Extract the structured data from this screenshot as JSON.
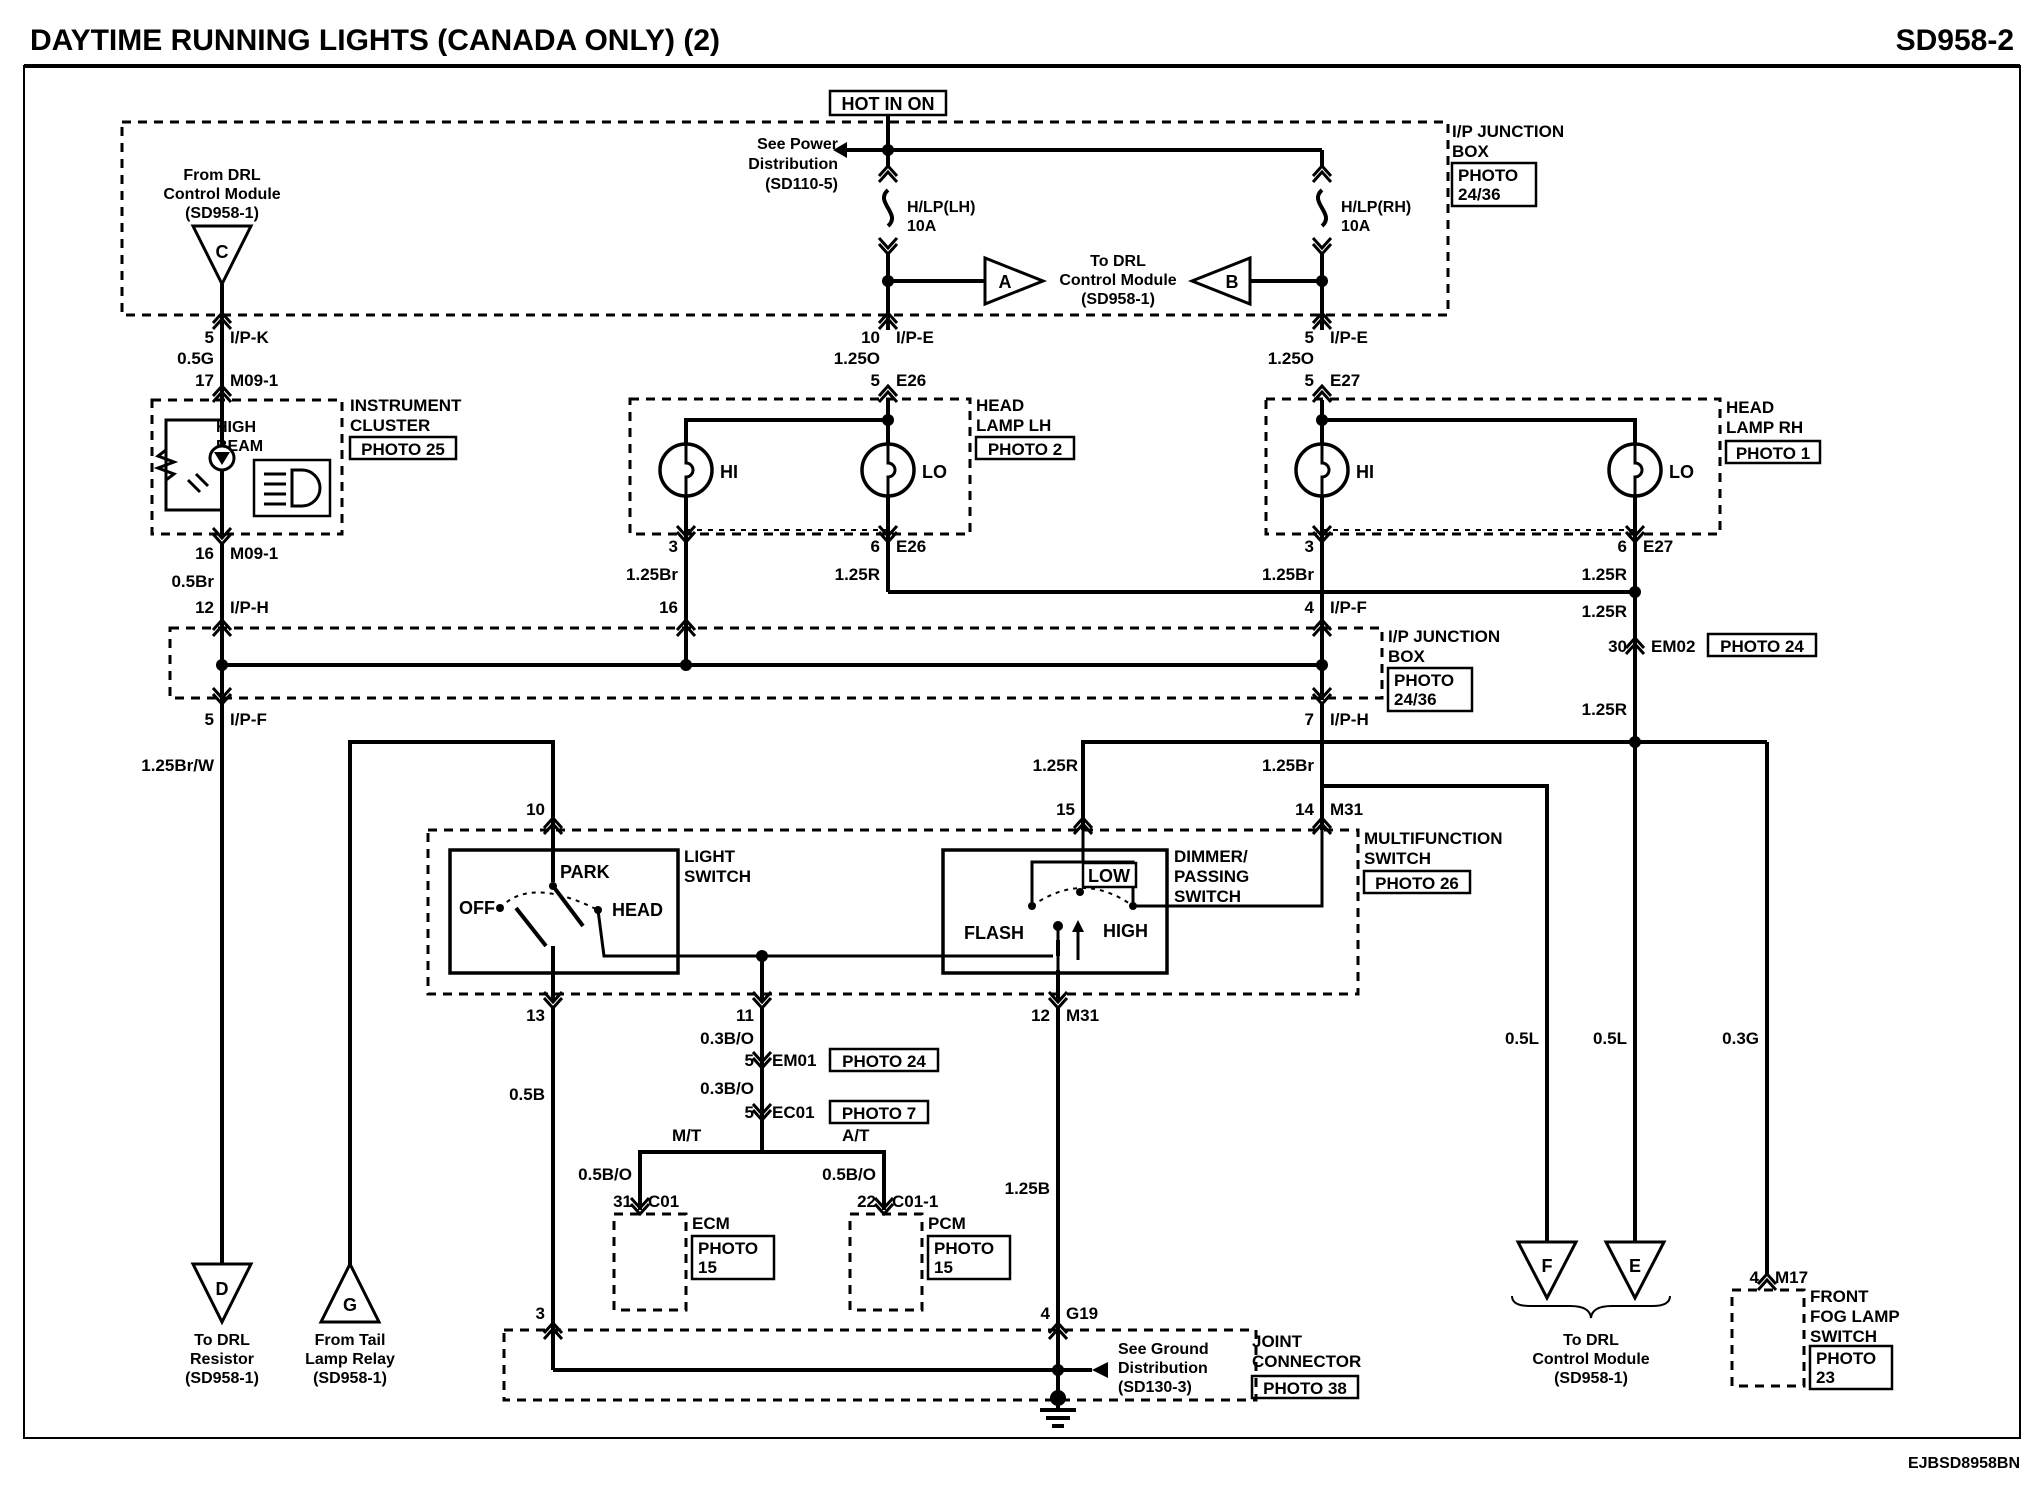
{
  "header": {
    "title": "DAYTIME RUNNING LIGHTS (CANADA ONLY) (2)",
    "code": "SD958-2"
  },
  "footer": {
    "ref": "EJBSD8958BN"
  },
  "power": {
    "hot": "HOT IN ON"
  },
  "labels": {
    "see_power": [
      "See Power",
      "Distribution",
      "(SD110-5)"
    ],
    "fuse_lh": [
      "H/LP(LH)",
      "10A"
    ],
    "fuse_rh": [
      "H/LP(RH)",
      "10A"
    ],
    "to_drl_top": [
      "To DRL",
      "Control Module",
      "(SD958-1)"
    ],
    "from_drl": [
      "From DRL",
      "Control Module",
      "(SD958-1)"
    ],
    "ip_junction_top": [
      "I/P JUNCTION",
      "BOX"
    ],
    "ip_junction_mid": [
      "I/P JUNCTION",
      "BOX"
    ],
    "instrument_cluster": [
      "INSTRUMENT",
      "CLUSTER"
    ],
    "high_beam": [
      "HIGH",
      "BEAM"
    ],
    "head_lamp_lh": [
      "HEAD",
      "LAMP LH"
    ],
    "head_lamp_rh": [
      "HEAD",
      "LAMP RH"
    ],
    "light_switch": [
      "LIGHT",
      "SWITCH"
    ],
    "dimmer_switch": [
      "DIMMER/",
      "PASSING",
      "SWITCH"
    ],
    "multifunction_switch": [
      "MULTIFUNCTION",
      "SWITCH"
    ],
    "ecm": "ECM",
    "pcm": "PCM",
    "mt": "M/T",
    "at": "A/T",
    "see_ground": [
      "See Ground",
      "Distribution",
      "(SD130-3)"
    ],
    "joint_connector": [
      "JOINT",
      "CONNECTOR"
    ],
    "front_fog": [
      "FRONT",
      "FOG LAMP",
      "SWITCH"
    ],
    "to_drl_resistor": [
      "To DRL",
      "Resistor",
      "(SD958-1)"
    ],
    "from_tail": [
      "From Tail",
      "Lamp Relay",
      "(SD958-1)"
    ],
    "to_drl_bottom": [
      "To DRL",
      "Control Module",
      "(SD958-1)"
    ],
    "hi": "HI",
    "lo": "LO",
    "off": "OFF",
    "park": "PARK",
    "head": "HEAD",
    "low": "LOW",
    "flash": "FLASH",
    "high": "HIGH"
  },
  "photos": {
    "p2436": [
      "PHOTO",
      "24/36"
    ],
    "p25": "PHOTO 25",
    "p2": "PHOTO 2",
    "p1": "PHOTO 1",
    "p24": "PHOTO 24",
    "p26": "PHOTO 26",
    "p7": "PHOTO 7",
    "p15": [
      "PHOTO",
      "15"
    ],
    "p38": "PHOTO 38",
    "p23": [
      "PHOTO",
      "23"
    ]
  },
  "connectors": {
    "ipk": "I/P-K",
    "ipe": "I/P-E",
    "m091": "M09-1",
    "e26": "E26",
    "e27": "E27",
    "iph": "I/P-H",
    "ipf": "I/P-F",
    "em02": "EM02",
    "m31": "M31",
    "em01": "EM01",
    "ec01": "EC01",
    "c01": "C01",
    "c011": "C01-1",
    "g19": "G19",
    "m17": "M17"
  },
  "pins": {
    "p5a": "5",
    "p10": "10",
    "p5b": "5",
    "p17": "17",
    "p5c": "5",
    "p5d": "5",
    "p16a": "16",
    "p3a": "3",
    "p6a": "6",
    "p3b": "3",
    "p6b": "6",
    "p12": "12",
    "p16b": "16",
    "p4": "4",
    "p30": "30",
    "p5e": "5",
    "p7": "7",
    "p10b": "10",
    "p15": "15",
    "p14": "14",
    "p13": "13",
    "p11": "11",
    "p12b": "12",
    "p5f": "5",
    "p5g": "5",
    "p31": "31",
    "p22": "22",
    "p3c": "3",
    "p4b": "4",
    "p4c": "4"
  },
  "wires": {
    "w05g": "0.5G",
    "w125o_a": "1.25O",
    "w125o_b": "1.25O",
    "w05br": "0.5Br",
    "w125br_a": "1.25Br",
    "w125r_a": "1.25R",
    "w125br_b": "1.25Br",
    "w125r_b": "1.25R",
    "w125r_c": "1.25R",
    "w125r_d": "1.25R",
    "w125brw": "1.25Br/W",
    "w125r_e": "1.25R",
    "w125br_c": "1.25Br",
    "w03bo_a": "0.3B/O",
    "w03bo_b": "0.3B/O",
    "w05bo_a": "0.5B/O",
    "w05bo_b": "0.5B/O",
    "w05b": "0.5B",
    "w125b": "1.25B",
    "w05l_a": "0.5L",
    "w05l_b": "0.5L",
    "w03g": "0.3G"
  },
  "terminals": {
    "A": "A",
    "B": "B",
    "C": "C",
    "D": "D",
    "E": "E",
    "F": "F",
    "G": "G"
  }
}
